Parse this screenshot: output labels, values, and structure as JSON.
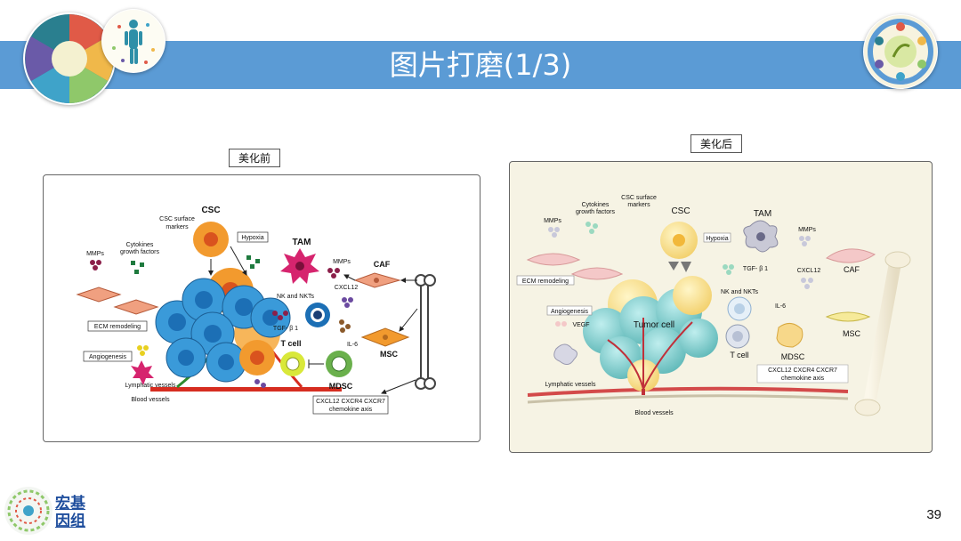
{
  "slide": {
    "title": "图片打磨(1/3)",
    "page_number": "39",
    "footer_brand": [
      "宏基",
      "因组"
    ]
  },
  "before": {
    "caption": "美化前",
    "labels": {
      "csc": "CSC",
      "csc_markers": [
        "CSC surface",
        "markers"
      ],
      "hypoxia": "Hypoxia",
      "tam": "TAM",
      "mmps_left": "MMPs",
      "cytokines": [
        "Cytokines",
        "growth factors"
      ],
      "mmps_right": "MMPs",
      "caf": "CAF",
      "cxcl12": "CXCL12",
      "nk_nkts": "NK and NKTs",
      "tgf": "TGF- β 1",
      "il6": "IL-6",
      "msc": "MSC",
      "ecm": "ECM remodeling",
      "angiogenesis": "Angiogenesis",
      "t_cell": "T cell",
      "mdsc": "MDSC",
      "lymphatic": "Lymphatic vessels",
      "blood": "Blood vessels",
      "chemokine": [
        "CXCL12  CXCR4  CXCR7",
        "chemokine axis"
      ]
    }
  },
  "after": {
    "caption": "美化后",
    "labels": {
      "csc": "CSC",
      "csc_markers": [
        "CSC surface",
        "markers"
      ],
      "hypoxia": "Hypoxia",
      "tam": "TAM",
      "mmps_left": "MMPs",
      "cytokines": [
        "Cytokines",
        "growth factors"
      ],
      "mmps_right": "MMPs",
      "caf": "CAF",
      "cxcl12": "CXCL12",
      "nk_nkts": "NK and NKTs",
      "tgf": "TGF- β 1",
      "il6": "IL-6",
      "msc": "MSC",
      "ecm": "ECM remodeling",
      "angiogenesis": "Angiogenesis",
      "vegf": "VEGF",
      "tumor": "Tumor cell",
      "t_cell": "T cell",
      "mdsc": "MDSC",
      "lymphatic": "Lymphatic vessels",
      "blood": "Blood vessels",
      "chemokine": [
        "CXCL12  CXCR4  CXCR7",
        "chemokine axis"
      ]
    }
  },
  "colors": {
    "banner": "#5b9bd5",
    "csc_orange": "#f29a2e",
    "tumor_blue": "#3a9ad9",
    "tam_magenta": "#d6246e",
    "caf_salmon": "#f0a080",
    "mdsc_green": "#6ab04c",
    "after_teal": "#7fcfcf",
    "after_bg": "#f6f3e4"
  }
}
